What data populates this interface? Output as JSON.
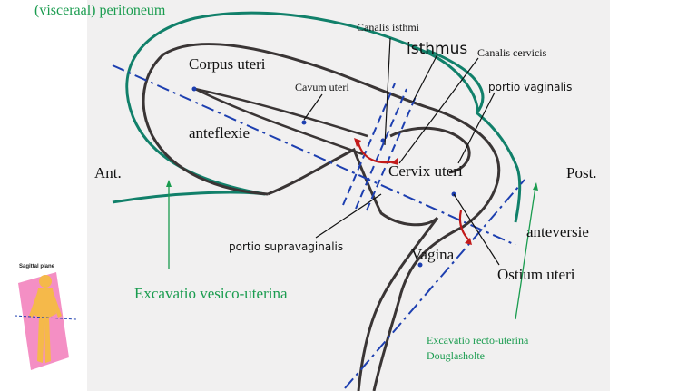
{
  "labels": {
    "peritoneum": "(visceraal) peritoneum",
    "canalis_isthmi": "Canalis isthmi",
    "isthmus": "isthmus",
    "canalis_cervicis": "Canalis cervicis",
    "corpus_uteri": "Corpus uteri",
    "cavum_uteri": "Cavum uteri",
    "portio_vaginalis": "portio vaginalis",
    "anteflexie": "anteflexie",
    "ant": "Ant.",
    "cervix_uteri": "Cervix uteri",
    "post": "Post.",
    "anteversie": "anteversie",
    "portio_supravaginalis": "portio supravaginalis",
    "vagina": "Vagina",
    "ostium_uteri": "Ostium uteri",
    "excavatio_vesico_uterina": "Excavatio vesico-uterina",
    "excavatio_recto_uterina": "Excavatio recto-uterina",
    "douglasholte": "Douglasholte",
    "sagittal_plane": "Sagittal plane"
  },
  "colors": {
    "outline": "#3a3535",
    "peritoneum": "#11806a",
    "axis": "#1d3fb0",
    "angle": "#c21a1a",
    "annotation_green": "#1a9c4f",
    "panel": "#f1f0f0",
    "plane": "#f06ab0",
    "figure": "#f5b94a"
  },
  "icons": {
    "thumbnail": "sagittal-plane-figure-icon"
  }
}
